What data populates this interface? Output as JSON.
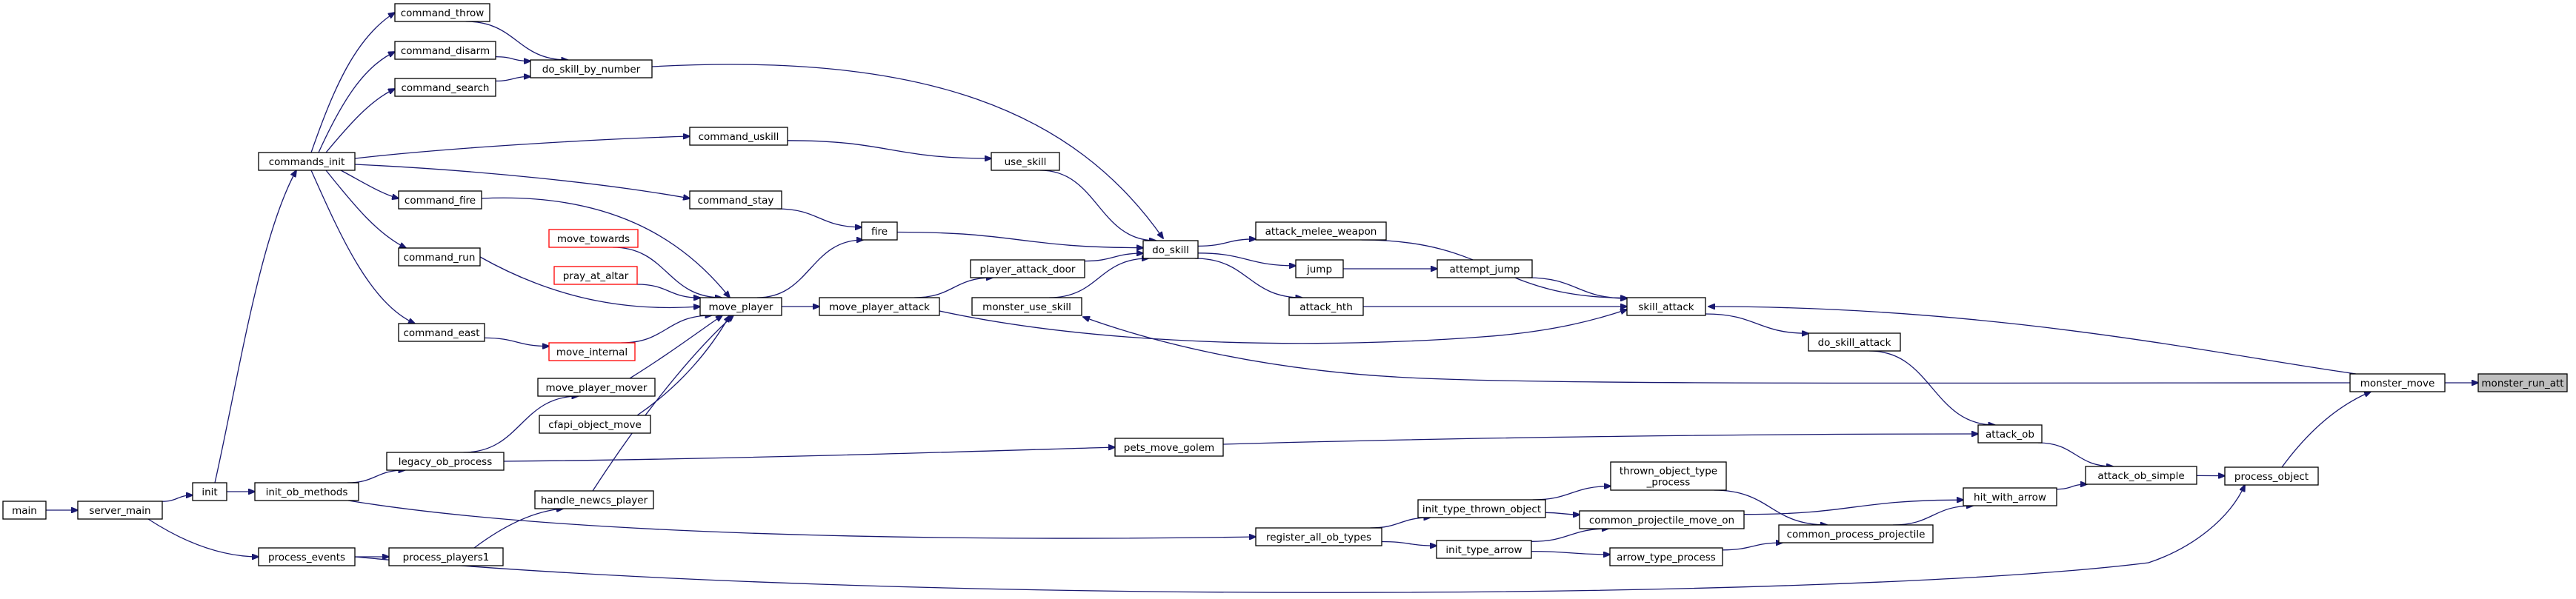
{
  "colors": {
    "edge": "#191970",
    "node_border": "#000000",
    "node_border_incomplete": "#ff0000",
    "highlight_fill": "#bfbfbf",
    "background": "#ffffff"
  },
  "nodes": [
    {
      "id": "monster_run_att",
      "lines": [
        "monster_run_att"
      ],
      "highlight": true
    },
    {
      "id": "monster_move",
      "lines": [
        "monster_move"
      ]
    },
    {
      "id": "process_object",
      "lines": [
        "process_object"
      ]
    },
    {
      "id": "attack_ob_simple",
      "lines": [
        "attack_ob_simple"
      ]
    },
    {
      "id": "attack_ob",
      "lines": [
        "attack_ob"
      ]
    },
    {
      "id": "hit_with_arrow",
      "lines": [
        "hit_with_arrow"
      ]
    },
    {
      "id": "do_skill_attack",
      "lines": [
        "do_skill_attack"
      ]
    },
    {
      "id": "skill_attack",
      "lines": [
        "skill_attack"
      ]
    },
    {
      "id": "common_process_projectile",
      "lines": [
        "common_process_projectile"
      ]
    },
    {
      "id": "thrown_object_type_process",
      "lines": [
        "thrown_object_type",
        "_process"
      ]
    },
    {
      "id": "common_projectile_move_on",
      "lines": [
        "common_projectile_move_on"
      ]
    },
    {
      "id": "arrow_type_process",
      "lines": [
        "arrow_type_process"
      ]
    },
    {
      "id": "init_type_thrown_object",
      "lines": [
        "init_type_thrown_object"
      ]
    },
    {
      "id": "init_type_arrow",
      "lines": [
        "init_type_arrow"
      ]
    },
    {
      "id": "register_all_ob_types",
      "lines": [
        "register_all_ob_types"
      ]
    },
    {
      "id": "pets_move_golem",
      "lines": [
        "pets_move_golem"
      ]
    },
    {
      "id": "attempt_jump",
      "lines": [
        "attempt_jump"
      ]
    },
    {
      "id": "jump",
      "lines": [
        "jump"
      ]
    },
    {
      "id": "attack_melee_weapon",
      "lines": [
        "attack_melee_weapon"
      ]
    },
    {
      "id": "attack_hth",
      "lines": [
        "attack_hth"
      ]
    },
    {
      "id": "do_skill",
      "lines": [
        "do_skill"
      ]
    },
    {
      "id": "player_attack_door",
      "lines": [
        "player_attack_door"
      ]
    },
    {
      "id": "monster_use_skill",
      "lines": [
        "monster_use_skill"
      ]
    },
    {
      "id": "use_skill",
      "lines": [
        "use_skill"
      ]
    },
    {
      "id": "fire",
      "lines": [
        "fire"
      ]
    },
    {
      "id": "move_player_attack",
      "lines": [
        "move_player_attack"
      ]
    },
    {
      "id": "move_player",
      "lines": [
        "move_player"
      ]
    },
    {
      "id": "do_skill_by_number",
      "lines": [
        "do_skill_by_number"
      ]
    },
    {
      "id": "command_uskill",
      "lines": [
        "command_uskill"
      ]
    },
    {
      "id": "command_stay",
      "lines": [
        "command_stay"
      ]
    },
    {
      "id": "command_throw",
      "lines": [
        "command_throw"
      ]
    },
    {
      "id": "command_disarm",
      "lines": [
        "command_disarm"
      ]
    },
    {
      "id": "command_search",
      "lines": [
        "command_search"
      ]
    },
    {
      "id": "commands_init",
      "lines": [
        "commands_init"
      ]
    },
    {
      "id": "command_fire",
      "lines": [
        "command_fire"
      ]
    },
    {
      "id": "command_run",
      "lines": [
        "command_run"
      ]
    },
    {
      "id": "command_east",
      "lines": [
        "command_east"
      ]
    },
    {
      "id": "move_towards",
      "lines": [
        "move_towards"
      ],
      "incomplete": true
    },
    {
      "id": "pray_at_altar",
      "lines": [
        "pray_at_altar"
      ],
      "incomplete": true
    },
    {
      "id": "move_internal",
      "lines": [
        "move_internal"
      ],
      "incomplete": true
    },
    {
      "id": "move_player_mover",
      "lines": [
        "move_player_mover"
      ]
    },
    {
      "id": "cfapi_object_move",
      "lines": [
        "cfapi_object_move"
      ]
    },
    {
      "id": "legacy_ob_process",
      "lines": [
        "legacy_ob_process"
      ]
    },
    {
      "id": "handle_newcs_player",
      "lines": [
        "handle_newcs_player"
      ]
    },
    {
      "id": "process_players1",
      "lines": [
        "process_players1"
      ]
    },
    {
      "id": "init_ob_methods",
      "lines": [
        "init_ob_methods"
      ]
    },
    {
      "id": "process_events",
      "lines": [
        "process_events"
      ]
    },
    {
      "id": "init",
      "lines": [
        "init"
      ]
    },
    {
      "id": "server_main",
      "lines": [
        "server_main"
      ]
    },
    {
      "id": "main",
      "lines": [
        "main"
      ]
    }
  ],
  "edges": [
    {
      "from": "monster_move",
      "to": "monster_run_att"
    },
    {
      "from": "process_object",
      "to": "monster_move"
    },
    {
      "from": "attack_ob_simple",
      "to": "process_object"
    },
    {
      "from": "attack_ob",
      "to": "attack_ob_simple"
    },
    {
      "from": "hit_with_arrow",
      "to": "attack_ob_simple"
    },
    {
      "from": "do_skill_attack",
      "to": "attack_ob"
    },
    {
      "from": "pets_move_golem",
      "to": "attack_ob"
    },
    {
      "from": "skill_attack",
      "to": "do_skill_attack"
    },
    {
      "from": "monster_move",
      "to": "skill_attack"
    },
    {
      "from": "monster_move",
      "to": "monster_use_skill"
    },
    {
      "from": "attack_melee_weapon",
      "to": "skill_attack"
    },
    {
      "from": "attempt_jump",
      "to": "skill_attack"
    },
    {
      "from": "attack_hth",
      "to": "skill_attack"
    },
    {
      "from": "move_player_attack",
      "to": "skill_attack"
    },
    {
      "from": "jump",
      "to": "attempt_jump"
    },
    {
      "from": "do_skill",
      "to": "attack_melee_weapon"
    },
    {
      "from": "do_skill",
      "to": "jump"
    },
    {
      "from": "do_skill",
      "to": "attack_hth"
    },
    {
      "from": "player_attack_door",
      "to": "do_skill"
    },
    {
      "from": "monster_use_skill",
      "to": "do_skill"
    },
    {
      "from": "use_skill",
      "to": "do_skill"
    },
    {
      "from": "fire",
      "to": "do_skill"
    },
    {
      "from": "do_skill_by_number",
      "to": "do_skill"
    },
    {
      "from": "move_player_attack",
      "to": "player_attack_door"
    },
    {
      "from": "command_uskill",
      "to": "use_skill"
    },
    {
      "from": "command_stay",
      "to": "fire"
    },
    {
      "from": "move_player",
      "to": "fire"
    },
    {
      "from": "move_player",
      "to": "move_player_attack"
    },
    {
      "from": "command_throw",
      "to": "do_skill_by_number"
    },
    {
      "from": "command_disarm",
      "to": "do_skill_by_number"
    },
    {
      "from": "command_search",
      "to": "do_skill_by_number"
    },
    {
      "from": "commands_init",
      "to": "command_throw"
    },
    {
      "from": "commands_init",
      "to": "command_disarm"
    },
    {
      "from": "commands_init",
      "to": "command_search"
    },
    {
      "from": "commands_init",
      "to": "command_uskill"
    },
    {
      "from": "commands_init",
      "to": "command_stay"
    },
    {
      "from": "commands_init",
      "to": "command_fire"
    },
    {
      "from": "commands_init",
      "to": "command_run"
    },
    {
      "from": "commands_init",
      "to": "command_east"
    },
    {
      "from": "command_fire",
      "to": "move_player"
    },
    {
      "from": "command_run",
      "to": "move_player"
    },
    {
      "from": "move_towards",
      "to": "move_player"
    },
    {
      "from": "pray_at_altar",
      "to": "move_player"
    },
    {
      "from": "move_internal",
      "to": "move_player"
    },
    {
      "from": "move_player_mover",
      "to": "move_player"
    },
    {
      "from": "cfapi_object_move",
      "to": "move_player"
    },
    {
      "from": "handle_newcs_player",
      "to": "move_player"
    },
    {
      "from": "command_east",
      "to": "move_internal"
    },
    {
      "from": "legacy_ob_process",
      "to": "move_player_mover"
    },
    {
      "from": "legacy_ob_process",
      "to": "pets_move_golem"
    },
    {
      "from": "init_ob_methods",
      "to": "legacy_ob_process"
    },
    {
      "from": "init_ob_methods",
      "to": "register_all_ob_types"
    },
    {
      "from": "process_players1",
      "to": "handle_newcs_player"
    },
    {
      "from": "process_events",
      "to": "process_players1"
    },
    {
      "from": "process_events",
      "to": "process_object"
    },
    {
      "from": "init",
      "to": "commands_init"
    },
    {
      "from": "init",
      "to": "init_ob_methods"
    },
    {
      "from": "server_main",
      "to": "init"
    },
    {
      "from": "server_main",
      "to": "process_events"
    },
    {
      "from": "main",
      "to": "server_main"
    },
    {
      "from": "register_all_ob_types",
      "to": "init_type_thrown_object"
    },
    {
      "from": "register_all_ob_types",
      "to": "init_type_arrow"
    },
    {
      "from": "init_type_thrown_object",
      "to": "thrown_object_type_process"
    },
    {
      "from": "init_type_thrown_object",
      "to": "common_projectile_move_on"
    },
    {
      "from": "init_type_arrow",
      "to": "common_projectile_move_on"
    },
    {
      "from": "init_type_arrow",
      "to": "arrow_type_process"
    },
    {
      "from": "thrown_object_type_process",
      "to": "common_process_projectile"
    },
    {
      "from": "arrow_type_process",
      "to": "common_process_projectile"
    },
    {
      "from": "common_process_projectile",
      "to": "hit_with_arrow"
    },
    {
      "from": "common_projectile_move_on",
      "to": "hit_with_arrow"
    }
  ]
}
